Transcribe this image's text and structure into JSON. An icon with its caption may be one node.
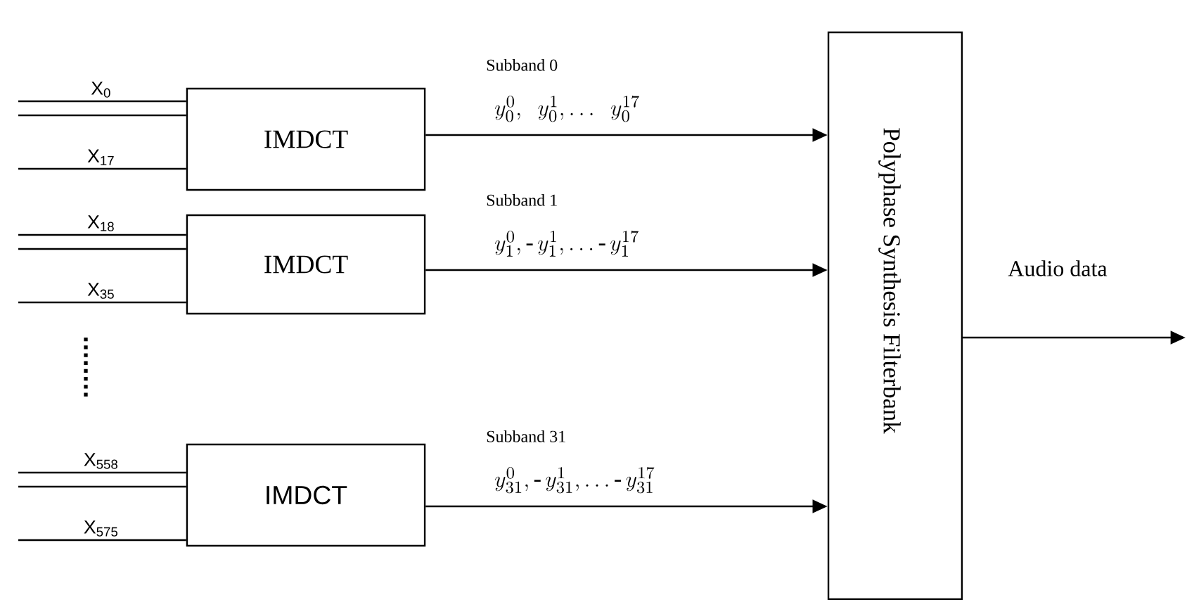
{
  "diagram": {
    "nodes": [
      {
        "text": [
          "IMDCT"
        ]
      },
      {
        "text": [
          "IMDCT"
        ]
      },
      {
        "text": [
          "IMDCT"
        ]
      },
      {
        "text": [
          "Polyphase Synthesis Filterbank"
        ]
      }
    ],
    "edges": [
      {
        "from": null,
        "to": 0,
        "arrow": "none",
        "label": "X$_{0}$"
      },
      {
        "from": null,
        "to": 0,
        "arrow": "none"
      },
      {
        "from": null,
        "to": 0,
        "arrow": "none",
        "label": "X$_{17}$"
      },
      {
        "from": null,
        "to": 1,
        "arrow": "none",
        "label": "X$_{18}$"
      },
      {
        "from": null,
        "to": 1,
        "arrow": "none"
      },
      {
        "from": null,
        "to": 1,
        "arrow": "none",
        "label": "X$_{35}$"
      },
      {
        "from": null,
        "to": 2,
        "arrow": "none",
        "label": "X$_{558}$"
      },
      {
        "from": null,
        "to": 2,
        "arrow": "none"
      },
      {
        "from": null,
        "to": 2,
        "arrow": "none",
        "label": "X$_{575}$"
      },
      {
        "from": 0,
        "to": 3,
        "arrow": "to",
        "label": "y_{0}^{0},\\ \\ y_{0}^{1},\\ldots\\ \\ y_{0}^{17}"
      },
      {
        "from": 1,
        "to": 3,
        "arrow": "to",
        "label": "y_{1}^{0},\\text{-}\\,y_{1}^{1},\\ldots\\text{-}\\,y_{1}^{17}"
      },
      {
        "from": 2,
        "to": 3,
        "arrow": "to",
        "label": "y_{31}^{0},\\text{-}\\,y_{31}^{1},\\ldots\\text{-}\\,y_{31}^{17}"
      },
      {
        "from": 3,
        "to": null,
        "arrow": "to",
        "label": "Audio data"
      }
    ],
    "labels": [
      "Subband 0",
      "Subband 1",
      "Subband 31"
    ]
  }
}
